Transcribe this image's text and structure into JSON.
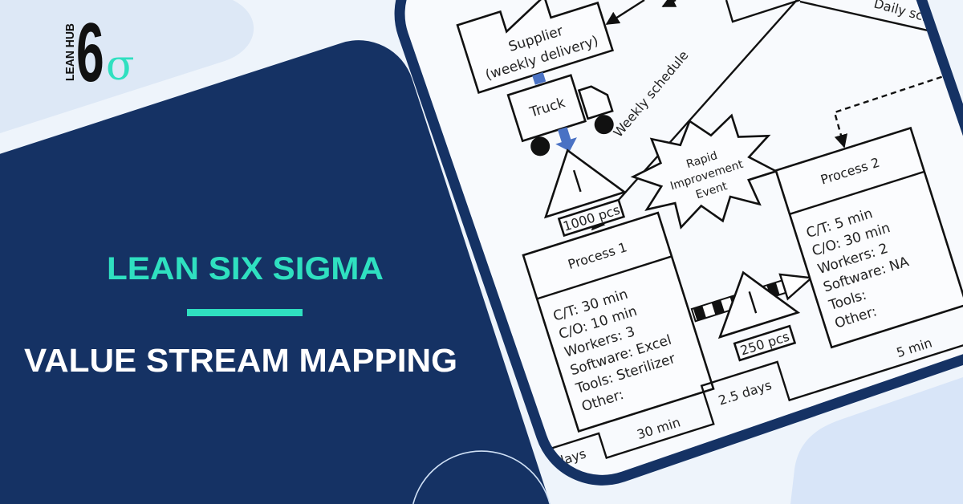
{
  "brand": {
    "logo_text": "LEAN HUB",
    "logo_digit": "6",
    "logo_symbol": "σ"
  },
  "headline": {
    "kicker": "LEAN SIX SIGMA",
    "title": "VALUE STREAM MAPPING"
  },
  "colors": {
    "navy": "#153264",
    "teal": "#2fe0c0",
    "background": "#eef4fb",
    "diagram_arrow_blue": "#4a72c4"
  },
  "diagram": {
    "supplier": {
      "line1": "Supplier",
      "line2": "(weekly delivery)"
    },
    "truck": "Truck",
    "inventory": [
      {
        "symbol": "I",
        "qty": "1000 pcs"
      },
      {
        "symbol": "I",
        "qty": "250 pcs"
      }
    ],
    "kaizen": [
      "Rapid",
      "Improvement",
      "Event"
    ],
    "arrows": {
      "weekly": "Weekly schedule",
      "daily": "Daily sch"
    },
    "processes": [
      {
        "name": "Process 1",
        "lines": [
          "C/T: 30 min",
          "C/O: 10 min",
          "Workers: 3",
          "Software: Excel",
          "Tools: Sterilizer",
          "Other:"
        ]
      },
      {
        "name": "Process 2",
        "lines": [
          "C/T: 5 min",
          "C/O: 30 min",
          "Workers: 2",
          "Software: NA",
          "Tools:",
          "Other:"
        ]
      }
    ],
    "timeline": {
      "left_wait": "days",
      "p1_time": "30 min",
      "wait": "2.5 days",
      "p2_time": "5 min"
    }
  }
}
